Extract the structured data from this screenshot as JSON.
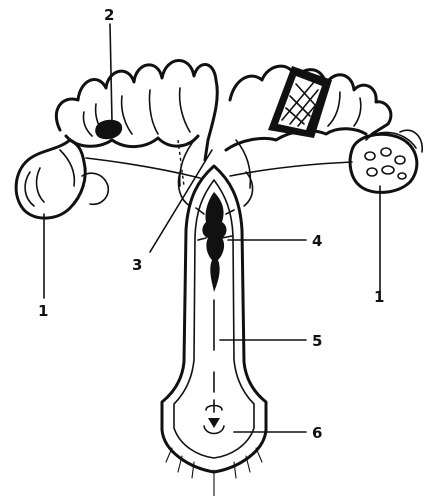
{
  "diagram": {
    "labels": [
      {
        "id": "label-1-left",
        "text": "1"
      },
      {
        "id": "label-2",
        "text": "2"
      },
      {
        "id": "label-3",
        "text": "3"
      },
      {
        "id": "label-4",
        "text": "4"
      },
      {
        "id": "label-5",
        "text": "5"
      },
      {
        "id": "label-6",
        "text": "6"
      },
      {
        "id": "label-1-right",
        "text": "1"
      }
    ]
  }
}
